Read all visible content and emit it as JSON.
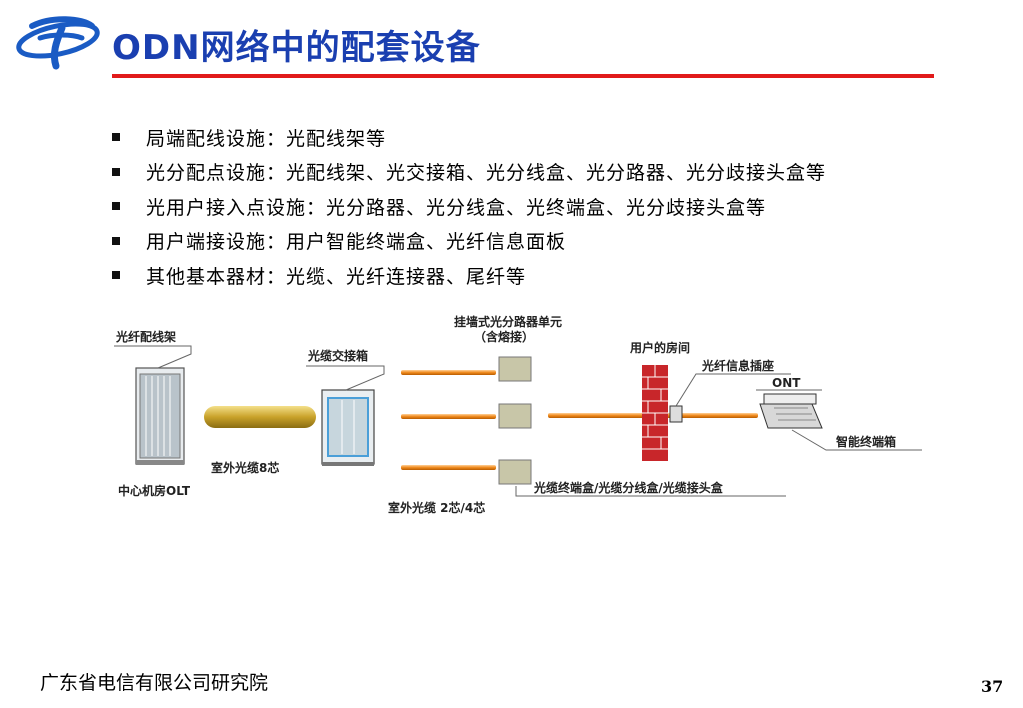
{
  "title": "ODN网络中的配套设备",
  "bullets": [
    "局端配线设施：光配线架等",
    "光分配点设施：光配线架、光交接箱、光分线盒、光分路器、光分歧接头盒等",
    "光用户接入点设施：光分路器、光分线盒、光终端盒、光分歧接头盒等",
    "用户端接设施：用户智能终端盒、光纤信息面板",
    "其他基本器材：光缆、光纤连接器、尾纤等"
  ],
  "diagram": {
    "odf_label": "光纤配线架",
    "cross_box_label": "光缆交接箱",
    "splitter_label_1": "挂墙式光分路器单元",
    "splitter_label_2": "（含熔接）",
    "room_label": "用户的房间",
    "socket_label": "光纤信息插座",
    "ont_label": "ONT",
    "smart_box_label": "智能终端箱",
    "cable_8_label": "室外光缆8芯",
    "olt_label": "中心机房OLT",
    "cable_2_4_label": "室外光缆 2芯/4芯",
    "boxes_label": "光缆终端盒/光缆分线盒/光缆接头盒"
  },
  "footer": "广东省电信有限公司研究院",
  "page_number": "37",
  "colors": {
    "title": "#1a3fb0",
    "rule": "#e11a1a",
    "fiber": "#f08a1c"
  }
}
